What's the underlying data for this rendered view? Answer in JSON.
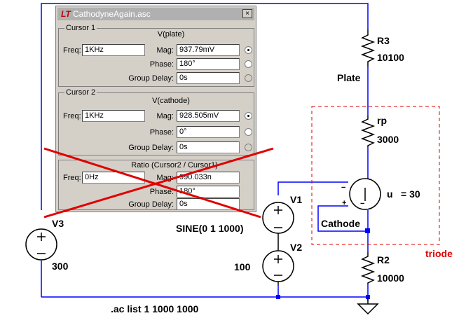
{
  "window": {
    "title": "CathodyneAgain.asc",
    "icon": "ltspice-logo-icon",
    "close_glyph": "×"
  },
  "cursor1": {
    "legend": "Cursor 1",
    "signal": "V(plate)",
    "freq_label": "Freq:",
    "freq_value": "1KHz",
    "mag_label": "Mag:",
    "mag_value": "937.79mV",
    "phase_label": "Phase:",
    "phase_value": "180°",
    "gd_label": "Group Delay:",
    "gd_value": "0s"
  },
  "cursor2": {
    "legend": "Cursor 2",
    "signal": "V(cathode)",
    "freq_label": "Freq:",
    "freq_value": "1KHz",
    "mag_label": "Mag:",
    "mag_value": "928.505mV",
    "phase_label": "Phase:",
    "phase_value": "0°",
    "gd_label": "Group Delay:",
    "gd_value": "0s"
  },
  "ratio": {
    "signal": "Ratio (Cursor2 / Cursor1)",
    "freq_label": "Freq:",
    "freq_value": "0Hz",
    "mag_label": "Mag:",
    "mag_value": "990.033n",
    "phase_label": "Phase:",
    "phase_value": "180°",
    "gd_label": "Group Delay:",
    "gd_value": "0s"
  },
  "schematic": {
    "r3_name": "R3",
    "r3_value": "10100",
    "plate_label": "Plate",
    "rp_name": "rp",
    "rp_value": "3000",
    "u_label": "u",
    "u_value": "= 30",
    "minus_top": "−",
    "minus_bot": "−",
    "plus_bot": "+",
    "cathode_label": "Cathode",
    "triode_label": "triode",
    "r2_name": "R2",
    "r2_value": "10000",
    "v1_name": "V1",
    "v1_value": "SINE(0 1 1000)",
    "v2_name": "V2",
    "v2_value": "100",
    "v3_name": "V3",
    "v3_value": "300",
    "directive": ".ac list 1 1000 1000"
  },
  "colors": {
    "wire": "#0000ff",
    "component": "#000000",
    "triode_box": "#e00000",
    "cross": "#e00000",
    "window_bg": "#d4d0c8"
  }
}
